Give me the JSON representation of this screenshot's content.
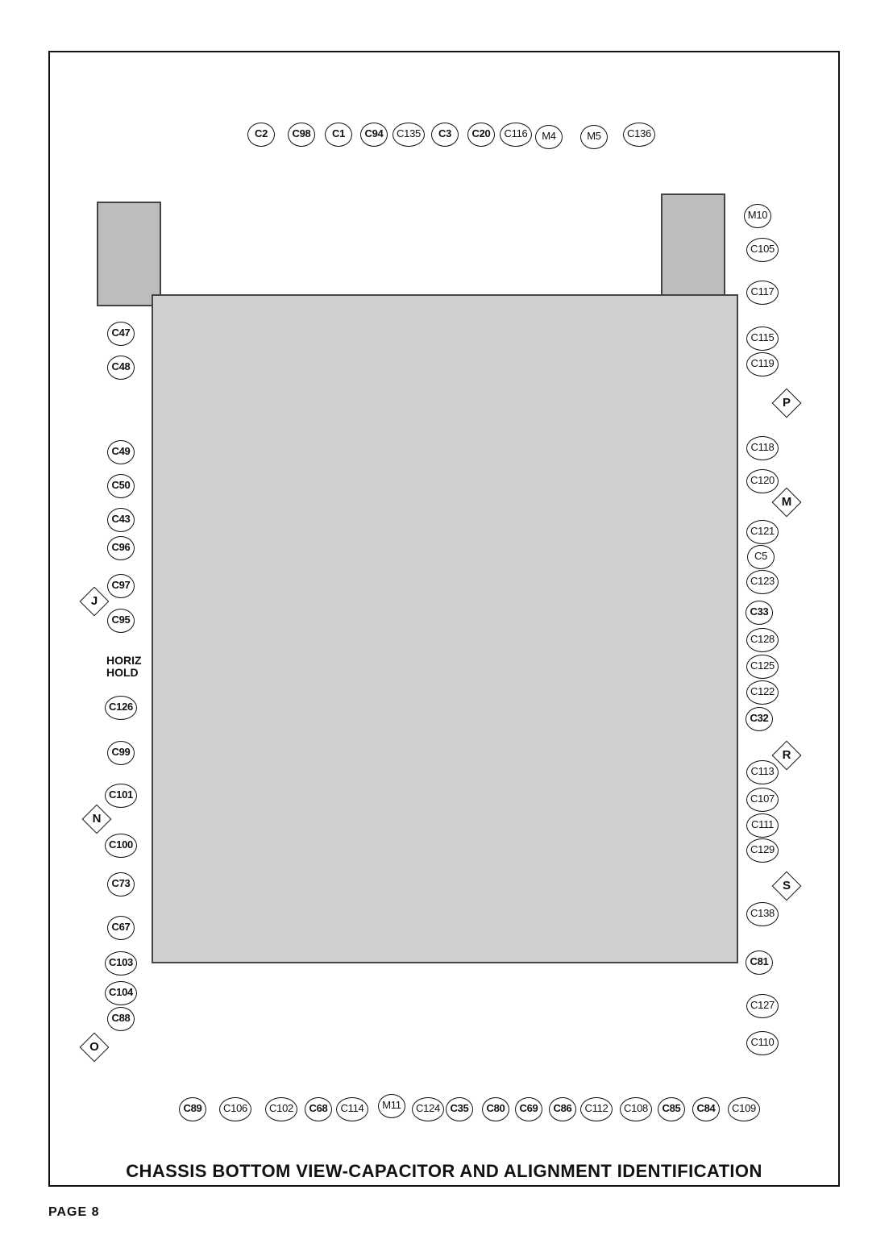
{
  "caption": "CHASSIS BOTTOM VIEW-CAPACITOR AND ALIGNMENT IDENTIFICATION",
  "page_number": "PAGE 8",
  "horiz_hold_label": "HORIZ\nHOLD",
  "top_labels": [
    "C2",
    "C98",
    "C1",
    "C94",
    "C135",
    "C3",
    "C20",
    "C116",
    "M4",
    "M5",
    "C136"
  ],
  "left_labels": [
    "C47",
    "C48",
    "C49",
    "C50",
    "C43",
    "C96",
    "C97",
    "J",
    "C95",
    "C126",
    "C99",
    "C101",
    "N",
    "C100",
    "C73",
    "C67",
    "C103",
    "C104",
    "C88",
    "O"
  ],
  "right_labels": [
    "M10",
    "C105",
    "C117",
    "C115",
    "C119",
    "P",
    "C118",
    "C120",
    "M",
    "C121",
    "C5",
    "C123",
    "C33",
    "C128",
    "C125",
    "C122",
    "C32",
    "R",
    "C113",
    "C107",
    "C111",
    "C129",
    "S",
    "C138",
    "C81",
    "C127",
    "C110"
  ],
  "bottom_labels": [
    "C89",
    "C106",
    "C102",
    "C68",
    "C114",
    "M11",
    "C124",
    "C35",
    "C80",
    "C69",
    "C86",
    "C112",
    "C108",
    "C85",
    "C84",
    "C109"
  ]
}
